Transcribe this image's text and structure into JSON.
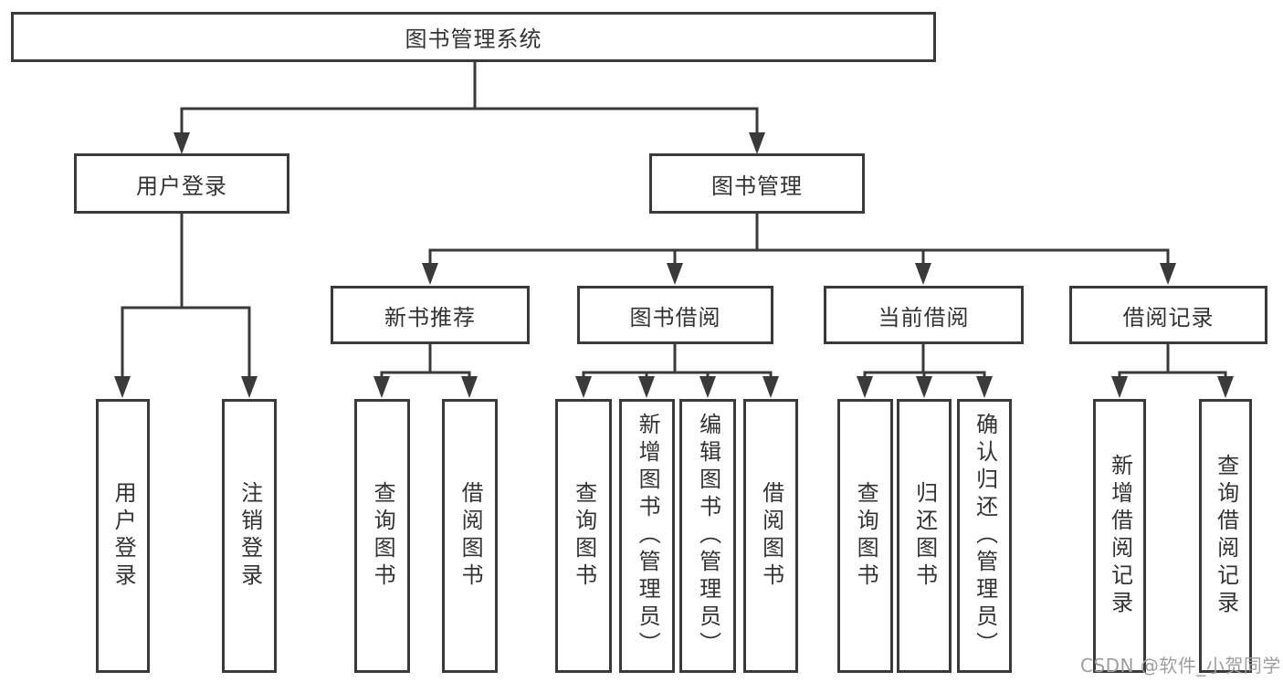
{
  "tree": {
    "root": {
      "label": "图书管理系统"
    },
    "user_login": {
      "label": "用户登录",
      "children": [
        {
          "label": "用户登录"
        },
        {
          "label": "注销登录"
        }
      ]
    },
    "book_management": {
      "label": "图书管理",
      "groups": [
        {
          "label": "新书推荐",
          "children": [
            {
              "label": "查询图书"
            },
            {
              "label": "借阅图书"
            }
          ]
        },
        {
          "label": "图书借阅",
          "children": [
            {
              "label": "查询图书"
            },
            {
              "label": "新增图书（管理员）"
            },
            {
              "label": "编辑图书（管理员）"
            },
            {
              "label": "借阅图书"
            }
          ]
        },
        {
          "label": "当前借阅",
          "children": [
            {
              "label": "查询图书"
            },
            {
              "label": "归还图书"
            },
            {
              "label": "确认归还（管理员）"
            }
          ]
        },
        {
          "label": "借阅记录",
          "children": [
            {
              "label": "新增借阅记录"
            },
            {
              "label": "查询借阅记录"
            }
          ]
        }
      ]
    }
  },
  "watermark": {
    "text": "CSDN @软件_小贺同学"
  },
  "colors": {
    "line": "#3a3a3a",
    "text": "#333333",
    "watermark": "#9e9e9e",
    "background": "#ffffff"
  }
}
